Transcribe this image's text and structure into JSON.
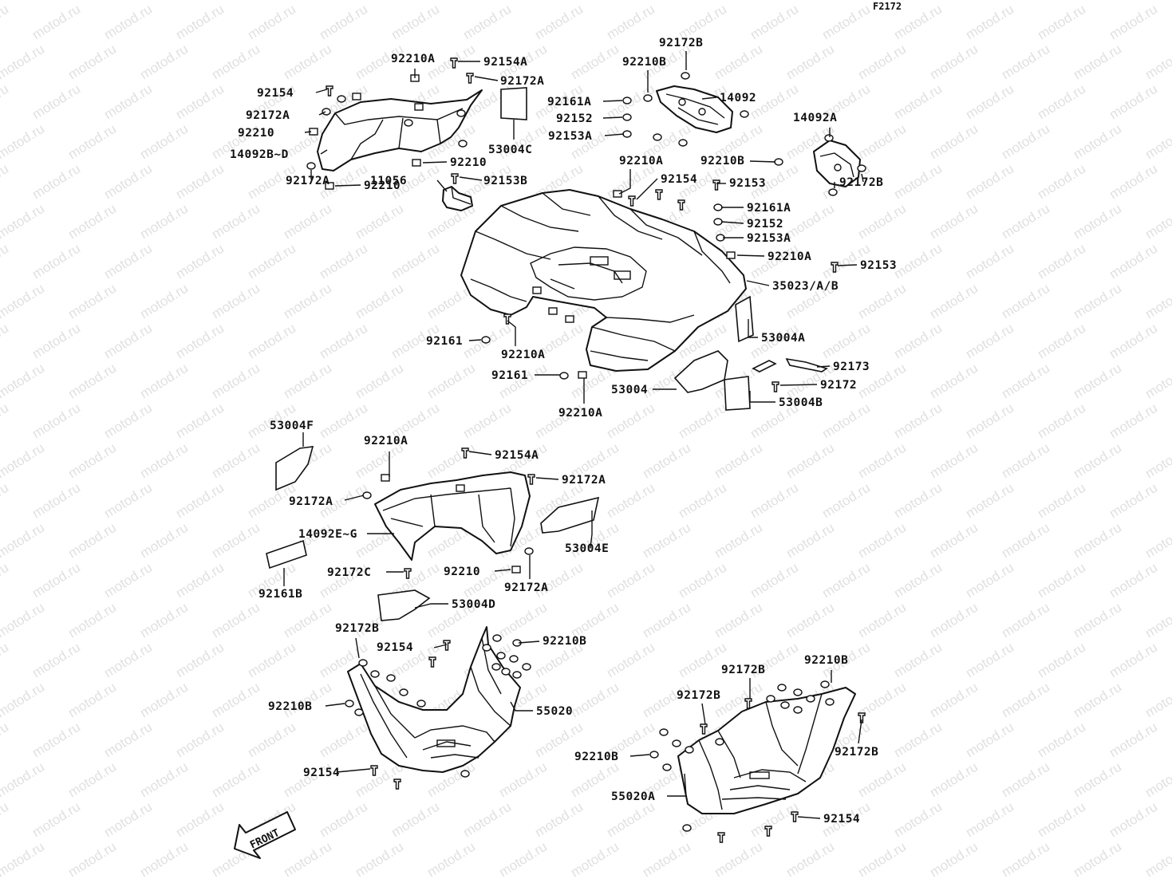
{
  "figure_code": "F2172",
  "watermark": "motod.ru",
  "front_label": "FRONT",
  "labels": {
    "l_92210A_1": "92210A",
    "l_92154A_1": "92154A",
    "l_92172A_1": "92172A",
    "l_92154_1": "92154",
    "l_92172A_2": "92172A",
    "l_92210_1": "92210",
    "l_14092BD": "14092B~D",
    "l_92210_2": "92210",
    "l_92210_3": "92210",
    "l_92172A_3": "92172A",
    "l_53004C": "53004C",
    "l_92153B": "92153B",
    "l_11056": "11056",
    "l_92172B_1": "92172B",
    "l_92210B_1": "92210B",
    "l_92161A_1": "92161A",
    "l_92152_1": "92152",
    "l_92153A_1": "92153A",
    "l_14092": "14092",
    "l_14092A": "14092A",
    "l_92210B_2": "92210B",
    "l_92172B_2": "92172B",
    "l_92210A_2": "92210A",
    "l_92154_2": "92154",
    "l_92153_1": "92153",
    "l_92161A_2": "92161A",
    "l_92152_2": "92152",
    "l_92153A_2": "92153A",
    "l_92210A_3": "92210A",
    "l_92153_2": "92153",
    "l_35023": "35023/A/B",
    "l_53004A": "53004A",
    "l_92173": "92173",
    "l_92172": "92172",
    "l_53004B": "53004B",
    "l_53004": "53004",
    "l_92161_1": "92161",
    "l_92210A_4": "92210A",
    "l_92161_2": "92161",
    "l_92210A_5": "92210A",
    "l_53004F": "53004F",
    "l_92210A_6": "92210A",
    "l_92154A_2": "92154A",
    "l_92172A_4": "92172A",
    "l_92172A_5": "92172A",
    "l_14092EG": "14092E~G",
    "l_53004E": "53004E",
    "l_92161B": "92161B",
    "l_92172C": "92172C",
    "l_92210_4": "92210",
    "l_92172A_6": "92172A",
    "l_53004D": "53004D",
    "l_92172B_3": "92172B",
    "l_92154_3": "92154",
    "l_92210B_3": "92210B",
    "l_92210B_4": "92210B",
    "l_55020": "55020",
    "l_92154_4": "92154",
    "l_92172B_4": "92172B",
    "l_92210B_5": "92210B",
    "l_92172B_5": "92172B",
    "l_92172B_6": "92172B",
    "l_92210B_6": "92210B",
    "l_55020A": "55020A",
    "l_92154_5": "92154"
  }
}
